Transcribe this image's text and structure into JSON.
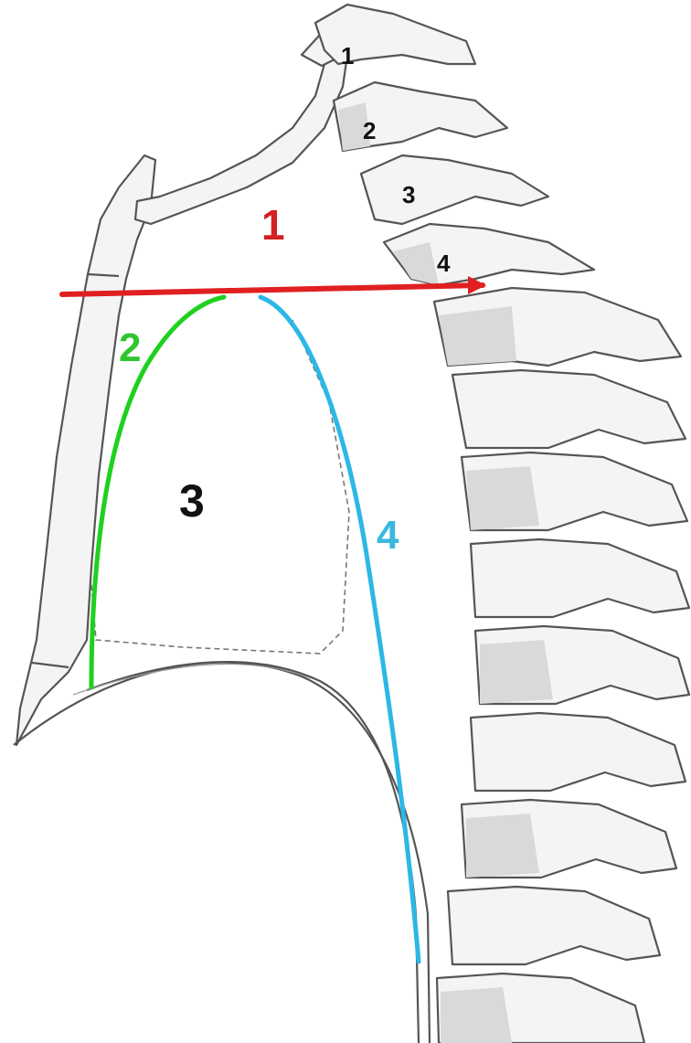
{
  "vertebra_labels": [
    "1",
    "2",
    "3",
    "4"
  ],
  "region_labels": [
    {
      "text": "1",
      "color": "#d42020"
    },
    {
      "text": "2",
      "color": "#2fc62f"
    },
    {
      "text": "3",
      "color": "#111111"
    },
    {
      "text": "4",
      "color": "#39b8e0"
    }
  ],
  "line_colors": {
    "red_line": "#e02020",
    "green_curve": "#1fd11f",
    "blue_curve": "#2cb8e6"
  }
}
